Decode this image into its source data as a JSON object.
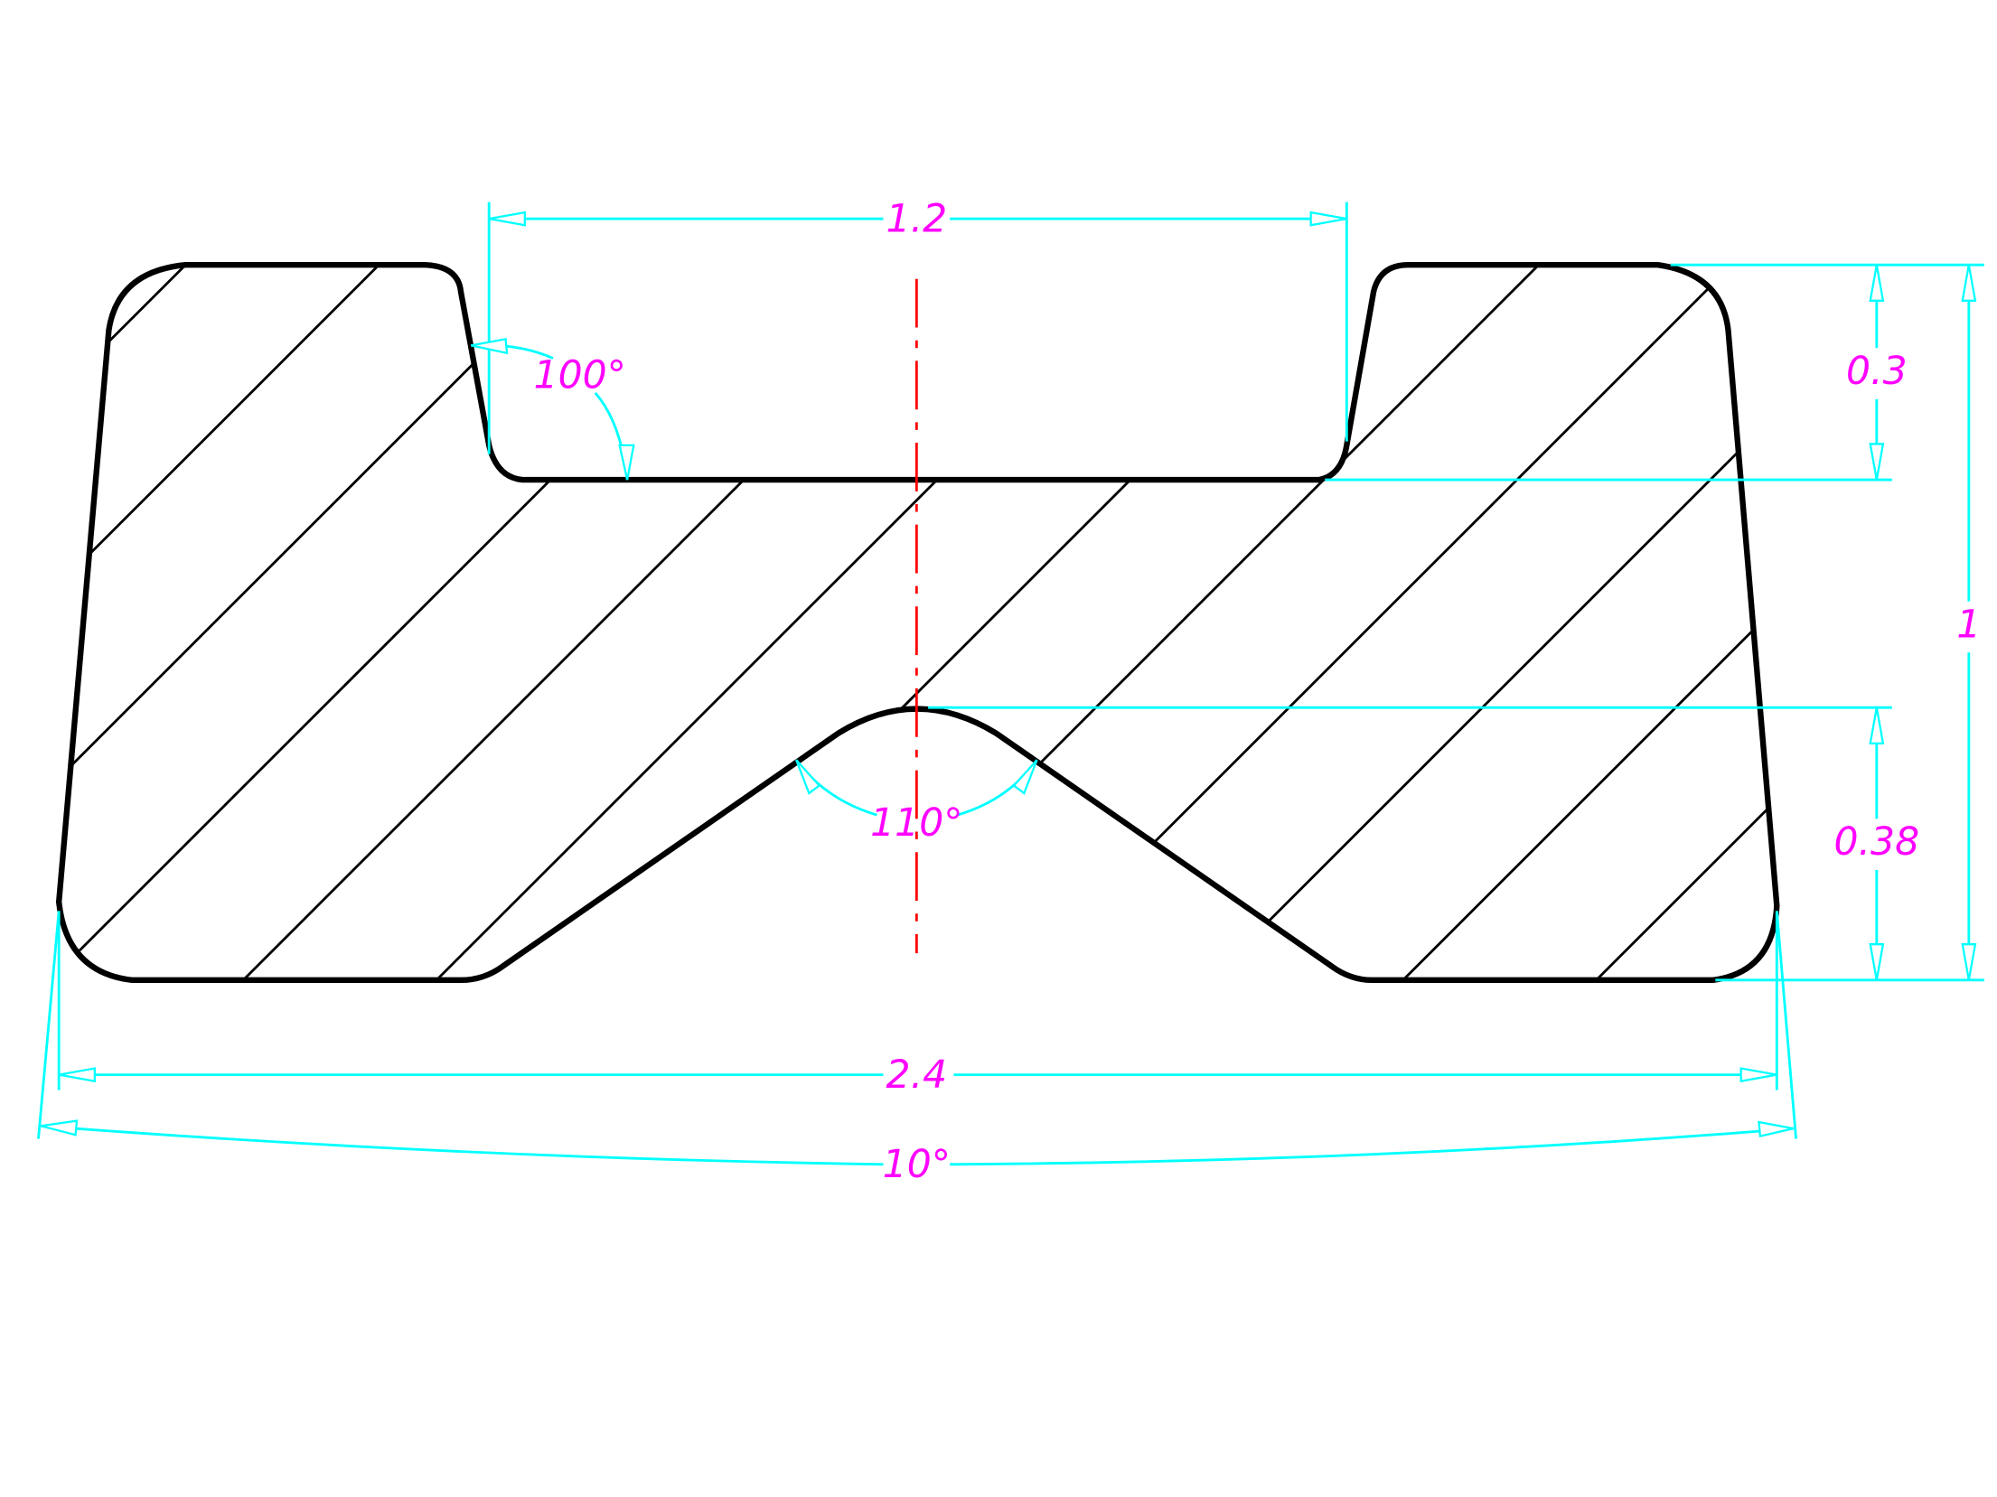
{
  "drawing": {
    "type": "cross-section",
    "dimensions": {
      "top_slot_width": "1.2",
      "slot_wall_angle": "100°",
      "slot_depth": "0.3",
      "total_height": "1",
      "notch_height": "0.38",
      "notch_angle": "110°",
      "bottom_width": "2.4",
      "side_taper_angle": "10°"
    },
    "colors": {
      "outline": "#000000",
      "dimension_lines": "#00ffff",
      "dimension_text": "#ff00ff",
      "centerline": "#ff0000"
    }
  }
}
